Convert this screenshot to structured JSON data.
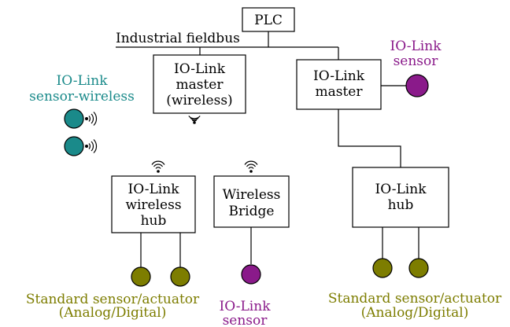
{
  "colors": {
    "teal": "#1a8a8a",
    "purple": "#8a1a8a",
    "olive": "#7d7d00",
    "line": "#000000"
  },
  "nodes": {
    "plc": {
      "label": "PLC"
    },
    "fieldbus": {
      "label": "Industrial fieldbus"
    },
    "master_wireless": {
      "lines": [
        "IO-Link",
        "master",
        "(wireless)"
      ]
    },
    "master": {
      "lines": [
        "IO-Link",
        "master"
      ]
    },
    "wireless_hub": {
      "lines": [
        "IO-Link",
        "wireless",
        "hub"
      ]
    },
    "wireless_bridge": {
      "lines": [
        "Wireless",
        "Bridge"
      ]
    },
    "hub": {
      "lines": [
        "IO-Link",
        "hub"
      ]
    }
  },
  "labels": {
    "sensor_wireless": [
      "IO-Link",
      "sensor-wireless"
    ],
    "io_sensor_top": [
      "IO-Link",
      "sensor"
    ],
    "io_sensor_bottom": [
      "IO-Link",
      "sensor"
    ],
    "std_left": [
      "Standard sensor/actuator",
      "(Analog/Digital)"
    ],
    "std_right": [
      "Standard sensor/actuator",
      "(Analog/Digital)"
    ]
  },
  "icons": {
    "wireless": "wifi-icon",
    "sensor_wireless": "wireless-sensor-icon"
  }
}
